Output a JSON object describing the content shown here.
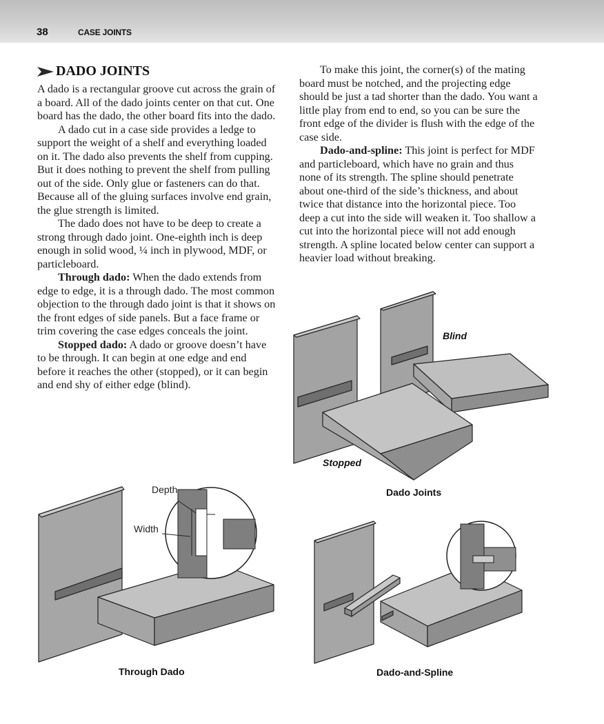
{
  "header": {
    "page_number": "38",
    "running_head": "CASE JOINTS"
  },
  "section": {
    "title": "DADO JOINTS"
  },
  "left_column": {
    "p1": "A dado is a rectangular groove cut across the grain of a board. All of the dado joints center on that cut. One board has the dado, the other board fits into the dado.",
    "p2": "A dado cut in a case side provides a ledge to support the weight of a shelf and every­thing loaded on it. The dado also prevents the shelf from cupping. But it does nothing to prevent the shelf from pulling out of the side. Only glue or fasteners can do that. Because all of the gluing surfaces involve end grain, the glue strength is limited.",
    "p3": "The dado does not have to be deep to create a strong through dado joint. One-eighth inch is deep enough in solid wood, ¼ inch in plywood, MDF, or particleboard.",
    "p4_lead": "Through dado:",
    "p4": " When the dado extends from edge to edge, it is a through dado. The most common objection to the through dado joint is that it shows on the front edges of side panels. But a face frame or trim covering the case edges conceals the joint.",
    "p5_lead": "Stopped dado:",
    "p5": " A dado or groove doesn’t have to be through. It can begin at one edge and end before it reaches the other (stopped), or it can begin and end shy of either edge (blind)."
  },
  "right_column": {
    "p1": "To make this joint, the corner(s) of the mating board must be notched, and the pro­jecting edge should be just a tad shorter than the dado. You want a little play from end to end, so you can be sure the front edge of the divider is flush with the edge of the case side.",
    "p2_lead": "Dado-and-spline:",
    "p2": " This joint is perfect for MDF and particleboard, which have no grain and thus none of its strength. The spline should penetrate about one-third of the side’s thickness, and about twice that distance into the horizontal piece. Too deep a cut into the side will weaken it. Too shallow a cut into the horizontal piece will not add enough strength. A spline located below center can support a heavier load without breaking."
  },
  "figures": {
    "dado_joints": {
      "caption": "Dado Joints",
      "label_blind": "Blind",
      "label_stopped": "Stopped"
    },
    "through_dado": {
      "caption": "Through Dado",
      "label_depth": "Depth",
      "label_width": "Width"
    },
    "dado_spline": {
      "caption": "Dado-and-Spline"
    }
  },
  "colors": {
    "header_gray": "#c9c9c9",
    "wood_light": "#bdbdbd",
    "wood_mid": "#9a9a9a",
    "wood_dark": "#7a7a7a",
    "outline": "#222222"
  }
}
